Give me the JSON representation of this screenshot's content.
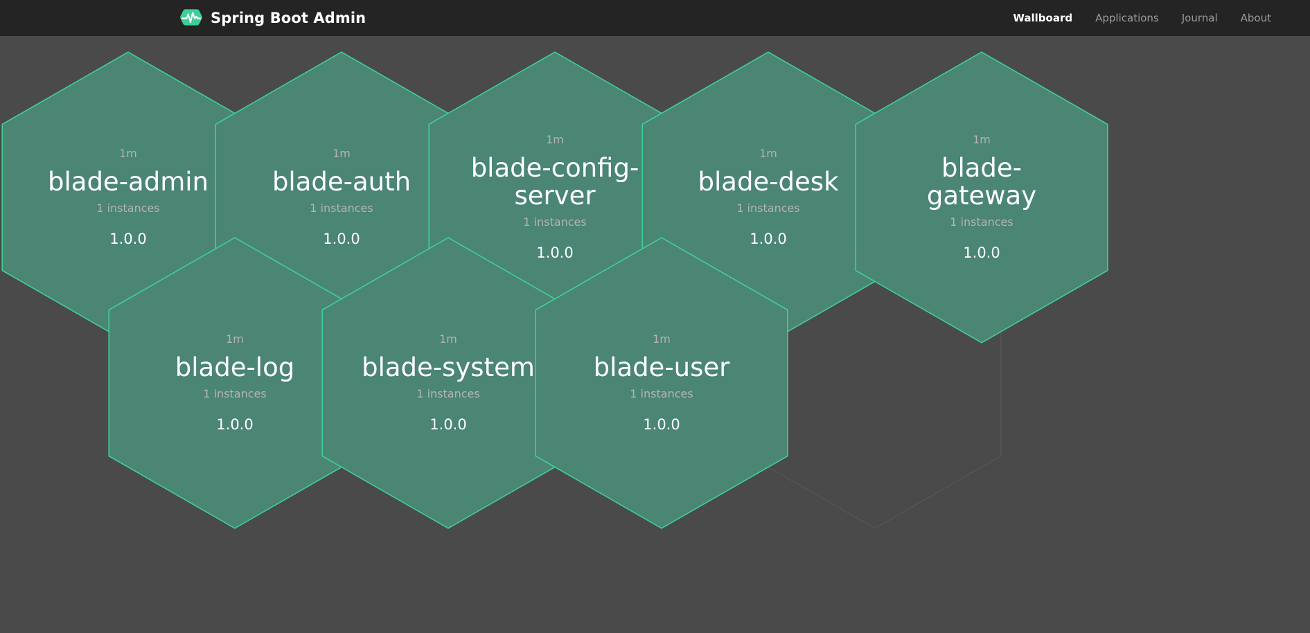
{
  "header": {
    "brand_title": "Spring Boot Admin",
    "logo_icon": "heartbeat-hexagon-icon",
    "nav": [
      {
        "label": "Wallboard",
        "active": true
      },
      {
        "label": "Applications",
        "active": false
      },
      {
        "label": "Journal",
        "active": false
      },
      {
        "label": "About",
        "active": false
      }
    ]
  },
  "colors": {
    "header_bg": "#242424",
    "page_bg": "#4a4a4a",
    "hex_fill": "#4b8574",
    "hex_border": "#3ecf99",
    "empty_hex_border": "#5a5a5a",
    "brand_green": "#3ecf99",
    "text_primary": "#ffffff",
    "text_muted": "#b4b4b4",
    "nav_muted": "#9b9b9b"
  },
  "wallboard": {
    "tiles": [
      {
        "name": "blade-admin",
        "uptime": "1m",
        "instances": "1 instances",
        "version": "1.0.0",
        "status": "up",
        "row": 1,
        "col": 1
      },
      {
        "name": "blade-auth",
        "uptime": "1m",
        "instances": "1 instances",
        "version": "1.0.0",
        "status": "up",
        "row": 1,
        "col": 2
      },
      {
        "name": "blade-config-server",
        "uptime": "1m",
        "instances": "1 instances",
        "version": "1.0.0",
        "status": "up",
        "row": 1,
        "col": 3
      },
      {
        "name": "blade-desk",
        "uptime": "1m",
        "instances": "1 instances",
        "version": "1.0.0",
        "status": "up",
        "row": 1,
        "col": 4
      },
      {
        "name": "blade-gateway",
        "uptime": "1m",
        "instances": "1 instances",
        "version": "1.0.0",
        "status": "up",
        "row": 1,
        "col": 5
      },
      {
        "name": "blade-log",
        "uptime": "1m",
        "instances": "1 instances",
        "version": "1.0.0",
        "status": "up",
        "row": 2,
        "col": 1
      },
      {
        "name": "blade-system",
        "uptime": "1m",
        "instances": "1 instances",
        "version": "1.0.0",
        "status": "up",
        "row": 2,
        "col": 2
      },
      {
        "name": "blade-user",
        "uptime": "1m",
        "instances": "1 instances",
        "version": "1.0.0",
        "status": "up",
        "row": 2,
        "col": 3
      }
    ],
    "empty_slots": [
      {
        "row": 2,
        "col": 4
      }
    ]
  }
}
